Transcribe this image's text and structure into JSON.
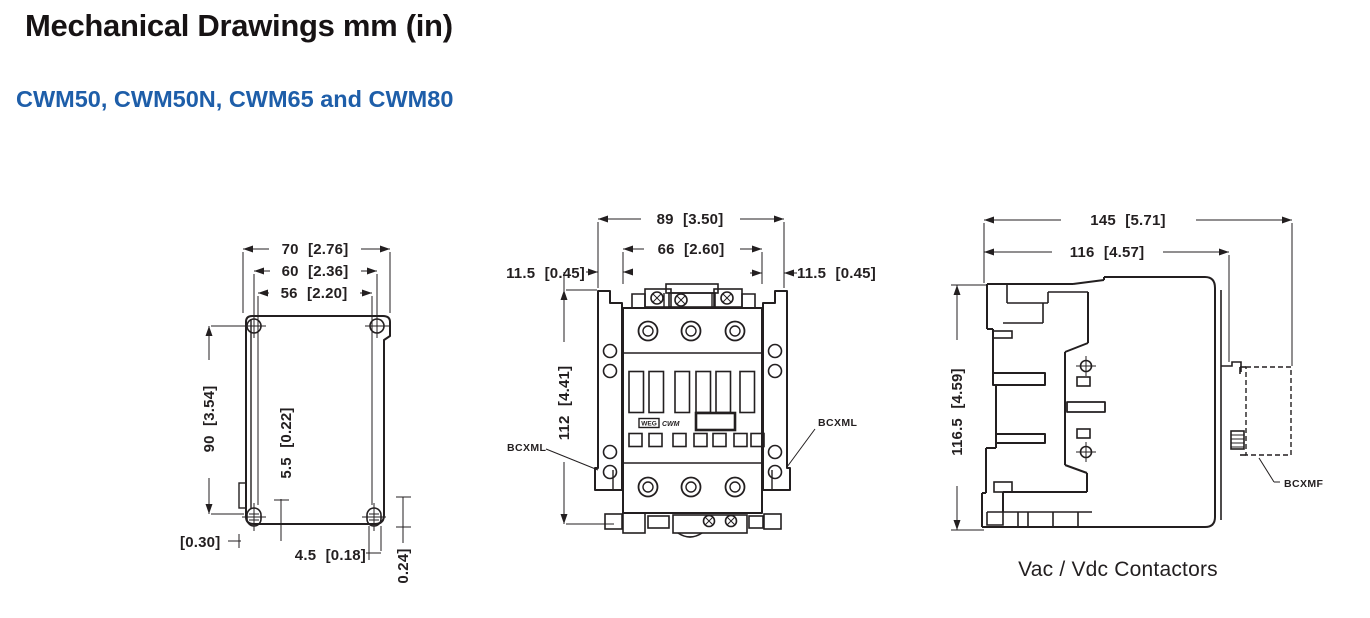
{
  "page": {
    "title": "Mechanical Drawings mm (in)",
    "subtitle": "CWM50, CWM50N, CWM65 and CWM80"
  },
  "colors": {
    "accent_blue": "#1E5EA9",
    "line": "#231F20"
  },
  "footprint": {
    "total_width": "70 [2.76]",
    "hole_spacing_top": "60 [2.36]",
    "hole_spacing_bottom": "56 [2.20]",
    "hole_spacing_vertical": "90 [3.54]",
    "slot_width": "5.5 [0.22]",
    "edge_offset": "[0.30]",
    "slot_offset": "4.5 [0.18]",
    "slot_height": "0.24]"
  },
  "front_view": {
    "total_width": "89 [3.50]",
    "body_width": "66 [2.60]",
    "rail_width_left": "11.5 [0.45]",
    "rail_width_right": "11.5 [0.45]",
    "total_height": "112 [4.41]",
    "accessory_label_left": "BCXML",
    "accessory_label_right": "BCXML",
    "logo_text": "WEG",
    "model_text": "CWM"
  },
  "side_view": {
    "total_depth": "145 [5.71]",
    "body_depth": "116 [4.57]",
    "total_height": "116.5 [4.59]",
    "accessory_label": "BCXMF",
    "caption": "Vac / Vdc Contactors"
  }
}
